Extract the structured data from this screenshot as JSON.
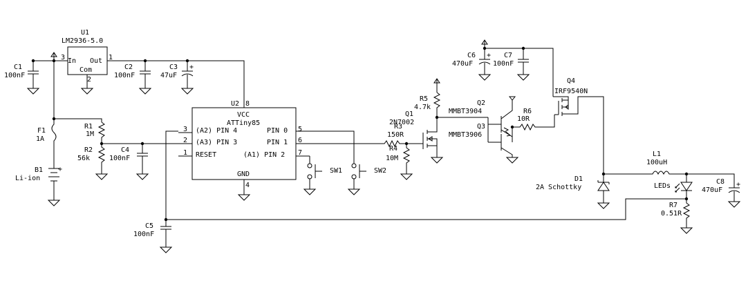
{
  "components": {
    "u1": {
      "ref": "U1",
      "part": "LM2936-5.0",
      "in": "In",
      "out": "Out",
      "com": "Com",
      "pin_in": "3",
      "pin_out": "1",
      "pin_com": "2"
    },
    "u2": {
      "ref": "U2",
      "part": "ATTiny85",
      "vcc": "VCC",
      "gnd": "GND",
      "pin_vcc": "8",
      "pin_gnd": "4",
      "left": [
        {
          "pin": "3",
          "label": "(A2) PIN 4"
        },
        {
          "pin": "2",
          "label": "(A3) PIN 3"
        },
        {
          "pin": "1",
          "label": "RESET"
        }
      ],
      "right": [
        {
          "pin": "5",
          "label": "PIN 0"
        },
        {
          "pin": "6",
          "label": "PIN 1"
        },
        {
          "pin": "7",
          "label": "(A1) PIN 2"
        }
      ]
    },
    "c1": {
      "ref": "C1",
      "value": "100nF"
    },
    "c2": {
      "ref": "C2",
      "value": "100nF"
    },
    "c3": {
      "ref": "C3",
      "value": "47uF"
    },
    "c4": {
      "ref": "C4",
      "value": "100nF"
    },
    "c5": {
      "ref": "C5",
      "value": "100nF"
    },
    "c6": {
      "ref": "C6",
      "value": "470uF"
    },
    "c7": {
      "ref": "C7",
      "value": "100nF"
    },
    "c8": {
      "ref": "C8",
      "value": "470uF"
    },
    "r1": {
      "ref": "R1",
      "value": "1M"
    },
    "r2": {
      "ref": "R2",
      "value": "56k"
    },
    "r3": {
      "ref": "R3",
      "value": "150R"
    },
    "r4": {
      "ref": "R4",
      "value": "10M"
    },
    "r5": {
      "ref": "R5",
      "value": "4.7k"
    },
    "r6": {
      "ref": "R6",
      "value": "10R"
    },
    "r7": {
      "ref": "R7",
      "value": "0.51R"
    },
    "f1": {
      "ref": "F1",
      "value": "1A"
    },
    "b1": {
      "ref": "B1",
      "value": "Li-ion"
    },
    "sw1": {
      "ref": "SW1"
    },
    "sw2": {
      "ref": "SW2"
    },
    "q1": {
      "ref": "Q1",
      "part": "2N7002"
    },
    "q2": {
      "ref": "Q2",
      "part": "MMBT3904"
    },
    "q3": {
      "ref": "Q3",
      "part": "MMBT3906"
    },
    "q4": {
      "ref": "Q4",
      "part": "IRF9540N"
    },
    "l1": {
      "ref": "L1",
      "value": "100uH"
    },
    "d1": {
      "ref": "D1",
      "value": "2A Schottky"
    },
    "leds": {
      "label": "LEDs"
    }
  },
  "plus_sign": "+"
}
